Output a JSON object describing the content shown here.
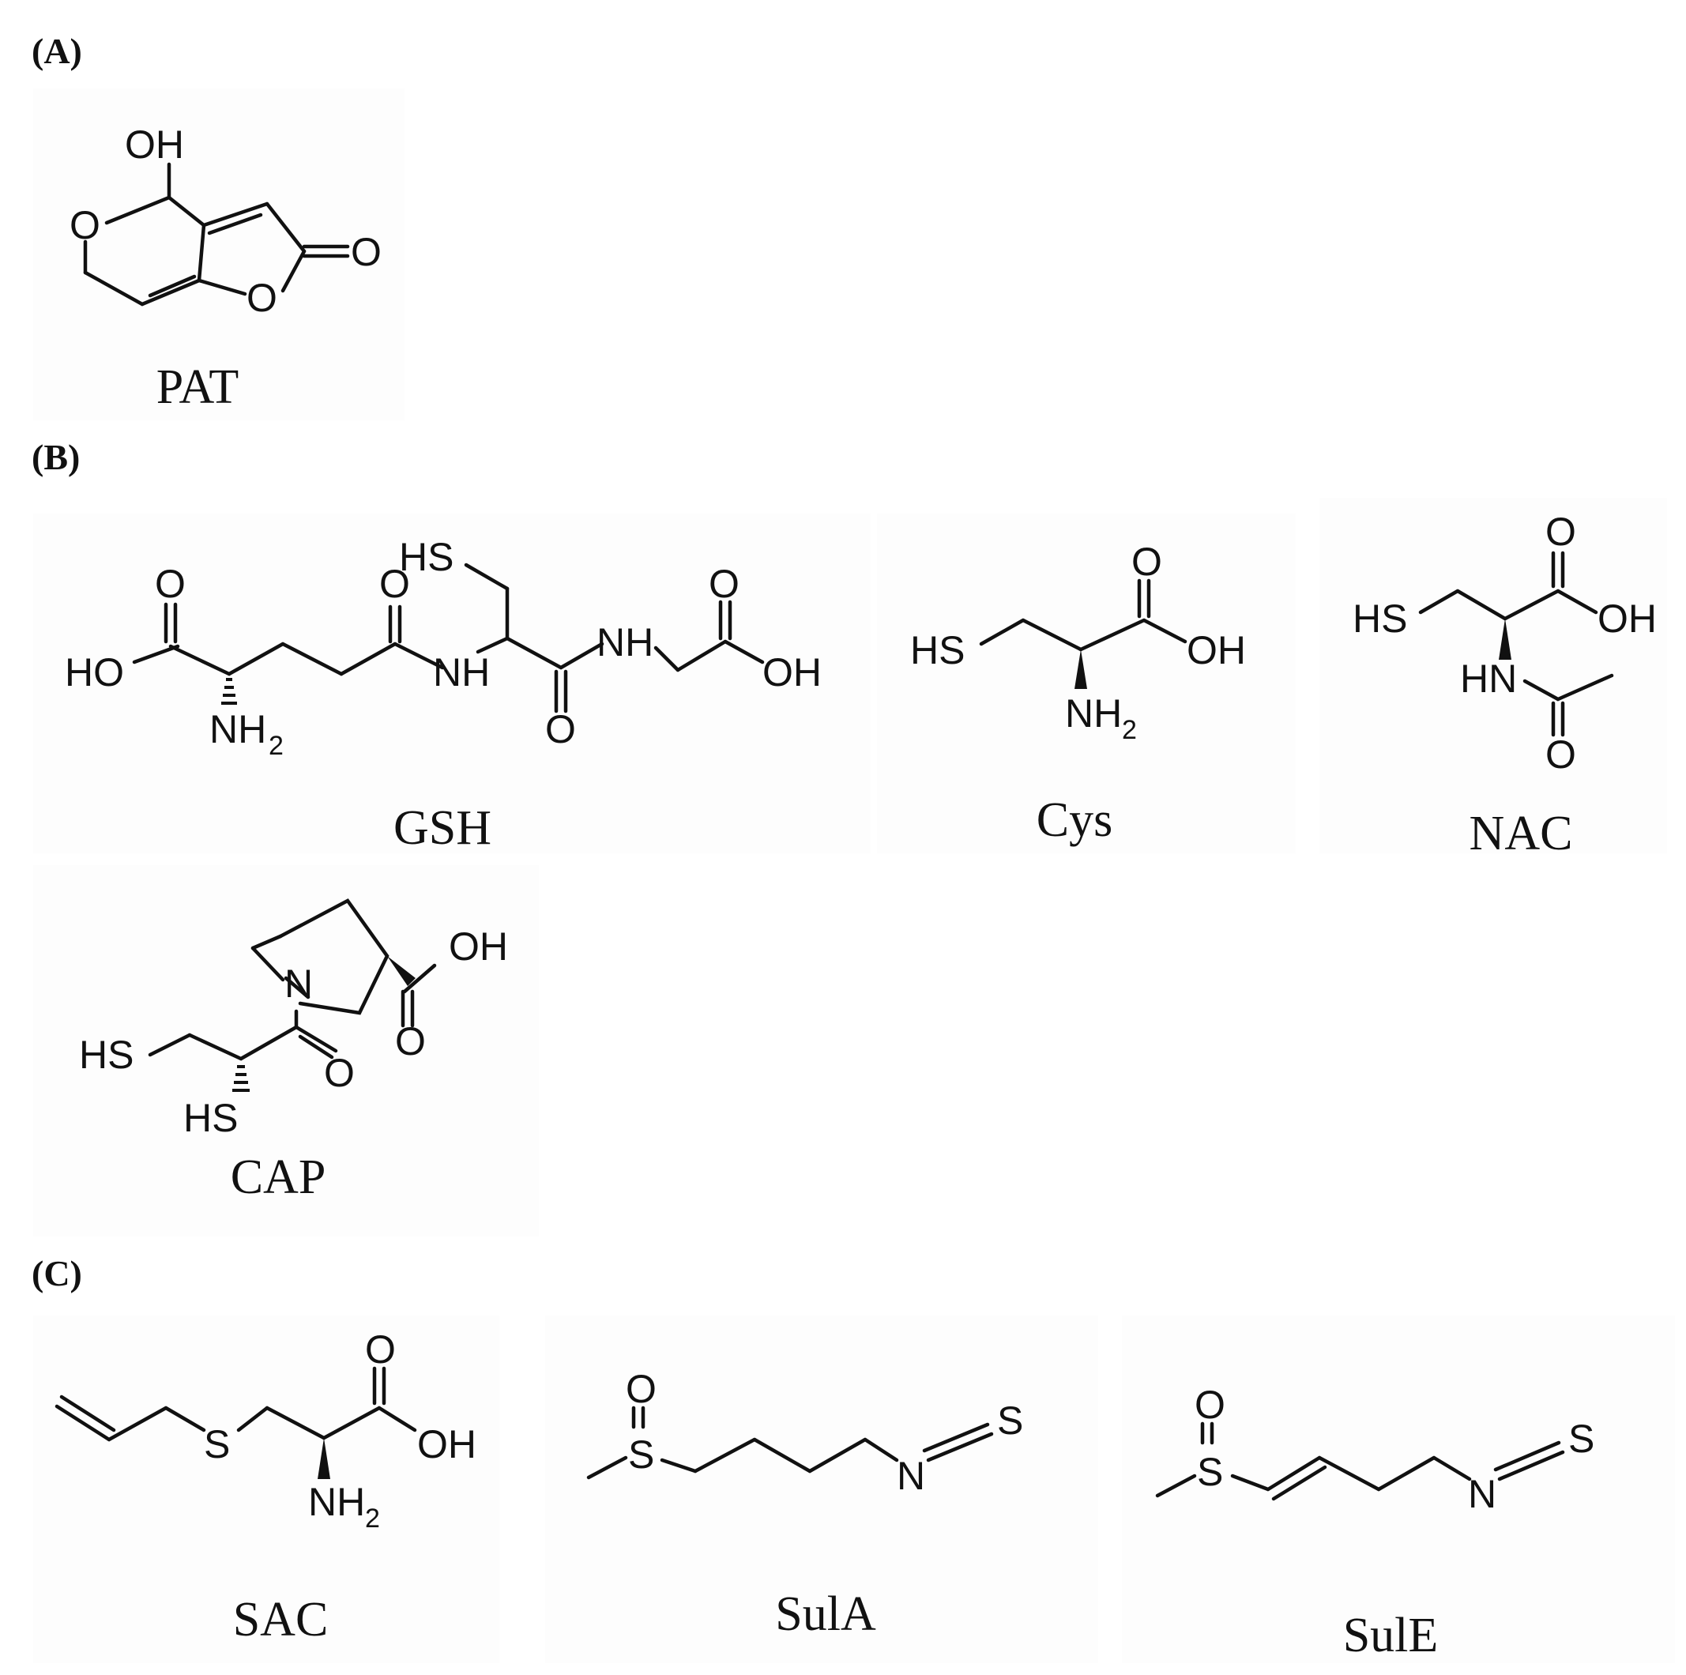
{
  "sections": {
    "a": "(A)",
    "b": "(B)",
    "c": "(C)"
  },
  "molecules": {
    "pat": {
      "name": "PAT",
      "atoms": {
        "oh": "OH",
        "o_ring": "O",
        "o_lac": "O",
        "o_keto": "O"
      }
    },
    "gsh": {
      "name": "GSH",
      "atoms": {
        "hs": "HS",
        "o1": "O",
        "o2": "O",
        "o3": "O",
        "o4": "O",
        "ho": "HO",
        "nh1": "NH",
        "nh2": "NH",
        "oh": "OH",
        "nh2_amine": "NH",
        "sub2": "2"
      }
    },
    "cys": {
      "name": "Cys",
      "atoms": {
        "o": "O",
        "hs": "HS",
        "oh": "OH",
        "nh": "NH",
        "sub2": "2"
      }
    },
    "nac": {
      "name": "NAC",
      "atoms": {
        "o1": "O",
        "hs": "HS",
        "oh": "OH",
        "hn": "HN",
        "o2": "O"
      }
    },
    "cap": {
      "name": "CAP",
      "atoms": {
        "oh": "OH",
        "n": "N",
        "o1": "O",
        "hs1": "HS",
        "o2": "O",
        "hs2": "HS"
      }
    },
    "sac": {
      "name": "SAC",
      "atoms": {
        "o": "O",
        "s": "S",
        "oh": "OH",
        "nh": "NH",
        "sub2": "2"
      }
    },
    "sula": {
      "name": "SulA",
      "atoms": {
        "o": "O",
        "s": "S",
        "n": "N",
        "s2": "S"
      }
    },
    "sule": {
      "name": "SulE",
      "atoms": {
        "o": "O",
        "s": "S",
        "n": "N",
        "s2": "S"
      }
    }
  }
}
